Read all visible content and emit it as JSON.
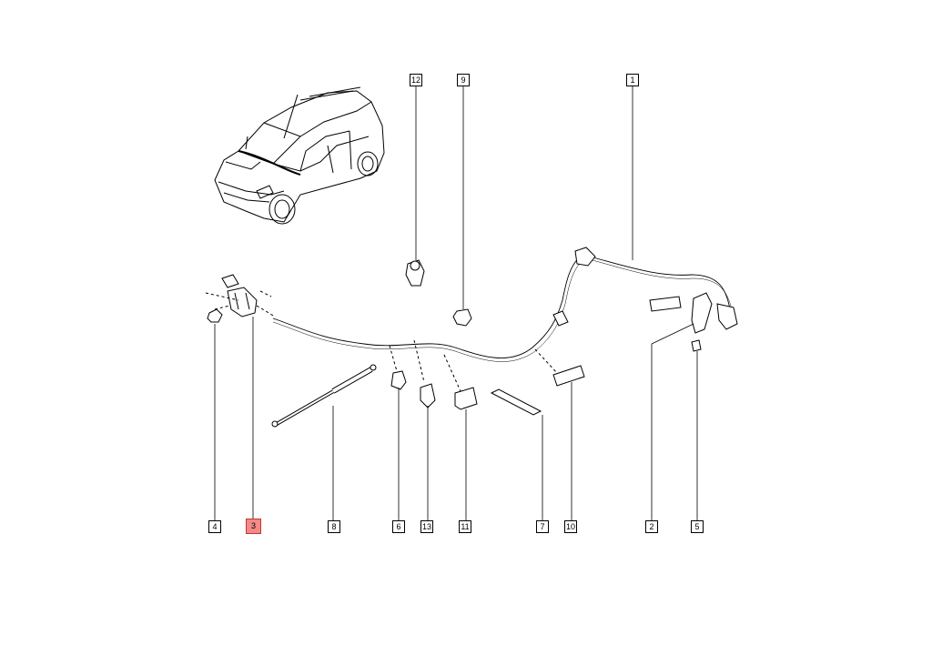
{
  "callouts": {
    "c1": "1",
    "c2": "2",
    "c3": "3",
    "c4": "4",
    "c5": "5",
    "c6": "6",
    "c7": "7",
    "c8": "8",
    "c9": "9",
    "c10": "10",
    "c11": "11",
    "c12": "12",
    "c13": "13"
  },
  "selected": "3",
  "colors": {
    "line": "#000000",
    "selected_fill": "#f28a8a",
    "background": "#ffffff"
  }
}
